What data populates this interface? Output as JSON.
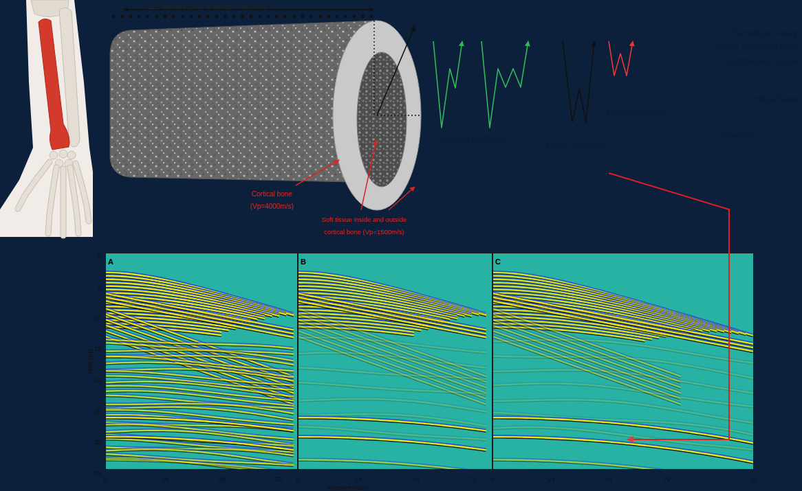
{
  "diagram": {
    "nodes": [
      {
        "text": [
          "Transducer Array"
        ]
      },
      {
        "text": [
          "Probe Silicone Layer"
        ]
      },
      {
        "text": [
          "Cutaneous Tissue"
        ]
      },
      {
        "text": [
          "Cortical Bone"
        ]
      },
      {
        "text": [
          "Marrow"
        ]
      }
    ],
    "labels": [
      "128 element array of emitters/receivers",
      "Cortical bone (Vp=4000m/s)",
      "Soft tissue inside and outside cortical bone (Vp=1500m/s)",
      "Peg-leg multiples",
      "Bone multiples",
      "Tissue multiples",
      "A",
      "B",
      "C",
      "Time (μs)",
      "0",
      "5",
      "10",
      "15",
      "20",
      "25",
      "30",
      "35",
      "Receiver Index",
      "0",
      "24",
      "48",
      "72",
      "0",
      "24",
      "48",
      "72",
      "0",
      "24",
      "48",
      "72",
      "0"
    ]
  }
}
